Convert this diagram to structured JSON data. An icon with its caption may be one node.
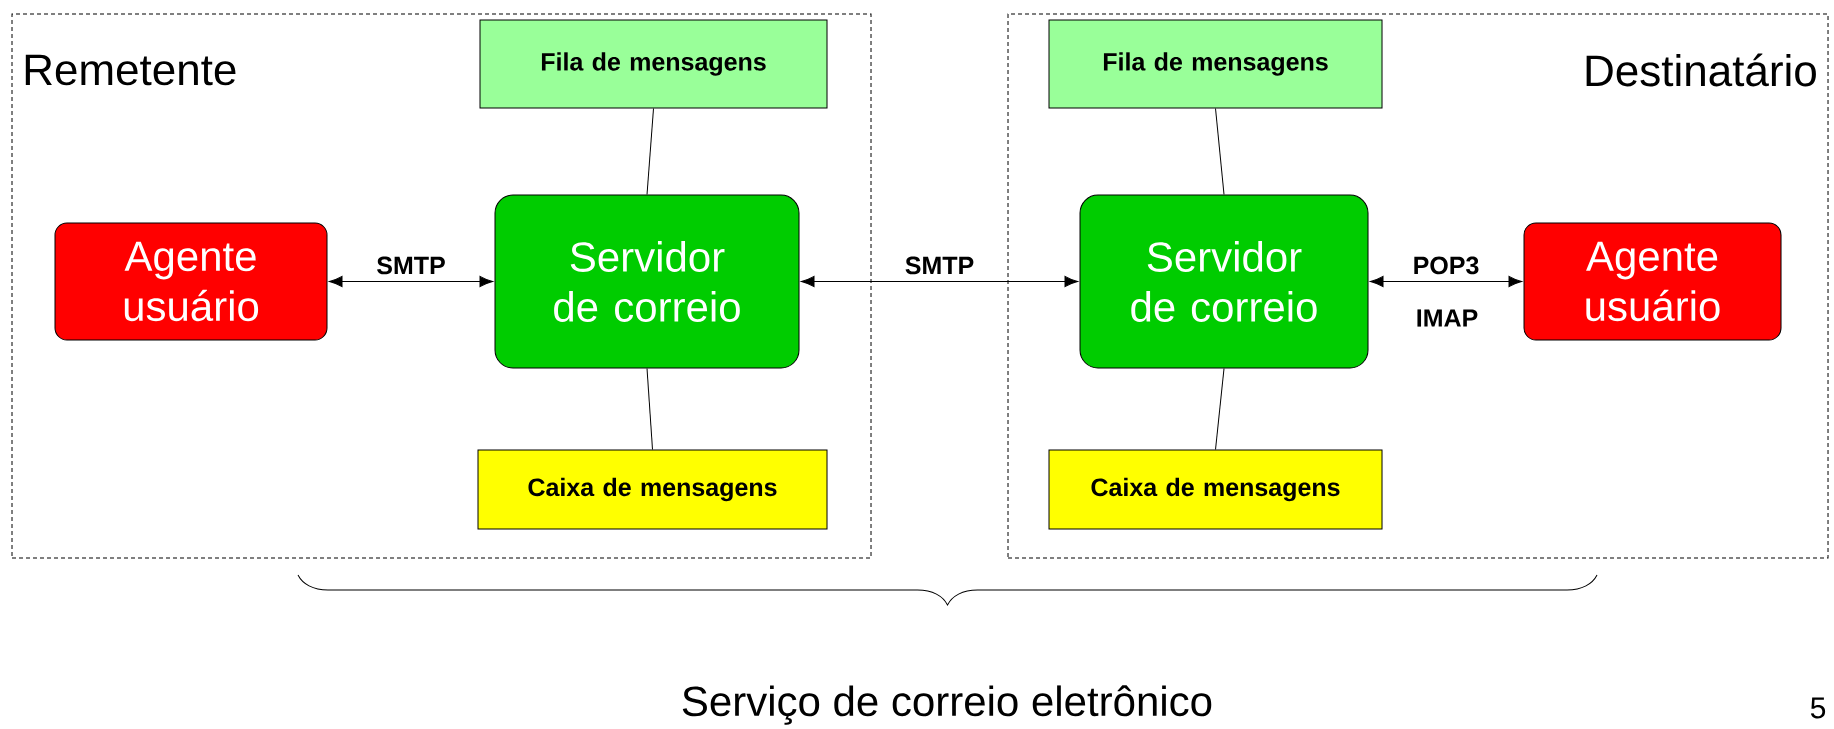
{
  "diagram": {
    "nodes": [
      {
        "text": [
          "Remetente"
        ]
      },
      {
        "text": [
          "Fila de mensagens"
        ],
        "in": 0
      },
      {
        "text": [
          "Agente usuário"
        ],
        "in": 0
      },
      {
        "text": [
          "Servidor de correio"
        ],
        "in": 0
      },
      {
        "text": [
          "Caixa de mensagens"
        ],
        "in": 0
      },
      {
        "text": [
          "Destinatário"
        ]
      },
      {
        "text": [
          "Fila de mensagens"
        ],
        "in": 5
      },
      {
        "text": [
          "Servidor de correio"
        ],
        "in": 5
      },
      {
        "text": [
          "Agente usuário"
        ],
        "in": 5
      },
      {
        "text": [
          "Caixa de mensagens"
        ],
        "in": 5
      }
    ],
    "edges": [
      {
        "from": 2,
        "to": 3,
        "arrow": "both",
        "label": "SMTP"
      },
      {
        "from": 1,
        "to": 3,
        "arrow": "none"
      },
      {
        "from": 3,
        "to": 4,
        "arrow": "none"
      },
      {
        "from": 3,
        "to": 7,
        "arrow": "both",
        "label": "SMTP"
      },
      {
        "from": 6,
        "to": 7,
        "arrow": "none"
      },
      {
        "from": 7,
        "to": 9,
        "arrow": "none"
      },
      {
        "from": 7,
        "to": 8,
        "arrow": "both",
        "label": "POP3"
      }
    ],
    "labels": [
      "IMAP",
      "Serviço de correio eletrônico",
      "5"
    ]
  }
}
